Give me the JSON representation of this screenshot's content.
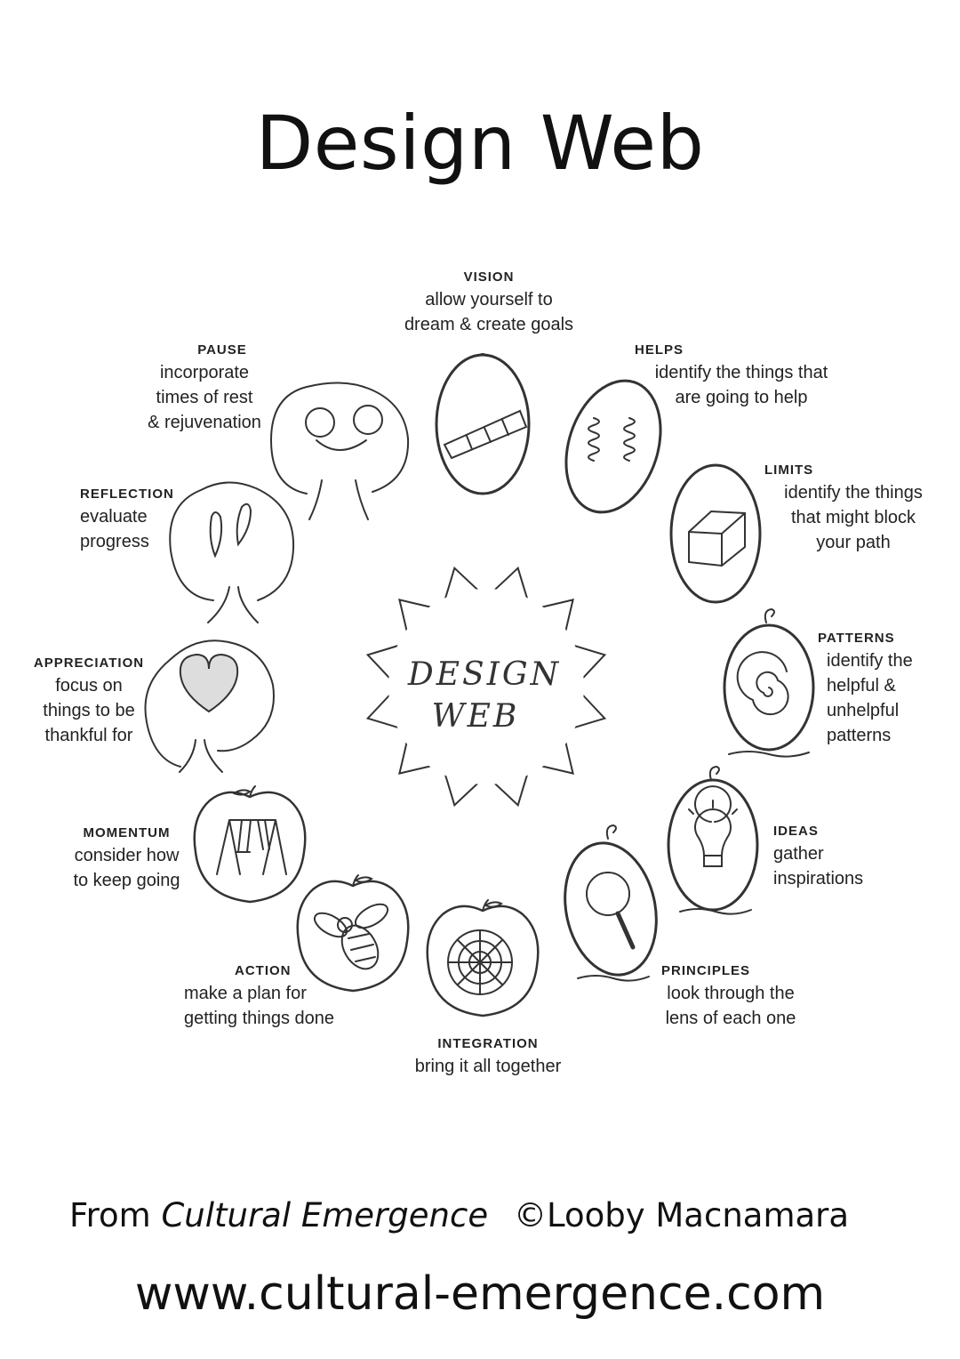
{
  "title": "Design Web",
  "center_label": [
    "DESIGN",
    "WEB"
  ],
  "elements": {
    "vision": {
      "heading": "VISION",
      "text": "allow yourself to\ndream & create goals"
    },
    "helps": {
      "heading": "HELPS",
      "text": "identify the things that\nare going to help"
    },
    "limits": {
      "heading": "LIMITS",
      "text": "identify the things\nthat might block\nyour path"
    },
    "patterns": {
      "heading": "PATTERNS",
      "text": "identify the\nhelpful &\nunhelpful\npatterns"
    },
    "ideas": {
      "heading": "IDEAS",
      "text": "gather\ninspirations"
    },
    "principles": {
      "heading": "PRINCIPLES",
      "text": "look through the\nlens of each one"
    },
    "integration": {
      "heading": "INTEGRATION",
      "text": "bring it all together"
    },
    "action": {
      "heading": "ACTION",
      "text": "make a plan for\ngetting things done"
    },
    "momentum": {
      "heading": "MOMENTUM",
      "text": "consider how\nto keep going"
    },
    "appreciation": {
      "heading": "APPRECIATION",
      "text": "focus on\nthings to be\nthankful for"
    },
    "reflection": {
      "heading": "REFLECTION",
      "text": "evaluate\nprogress"
    },
    "pause": {
      "heading": "PAUSE",
      "text": "incorporate\ntimes of rest\n& rejuvenation"
    }
  },
  "footer": {
    "from_prefix": "From",
    "book_title": "Cultural Emergence",
    "copyright": "©Looby Macnamara",
    "url": "www.cultural-emergence.com"
  }
}
